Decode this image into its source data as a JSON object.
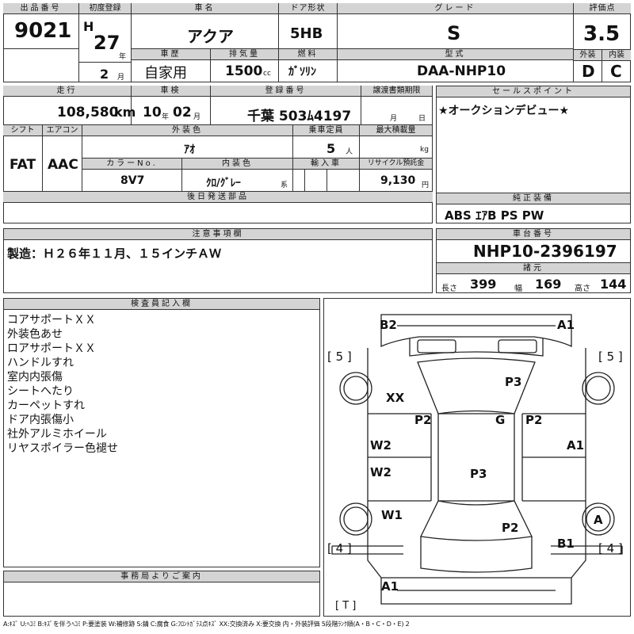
{
  "lot": {
    "label": "出品番号",
    "value": "9021"
  },
  "first_reg": {
    "label": "初度登録",
    "era": "H",
    "year": "27",
    "year_unit": "年",
    "month": "2",
    "month_unit": "月"
  },
  "car_name": {
    "label": "車名",
    "value": "アクア"
  },
  "door": {
    "label": "ドア形状",
    "value": "5HB"
  },
  "grade": {
    "label": "グレード",
    "value": "S"
  },
  "score": {
    "label": "評価点",
    "value": "3.5",
    "ext_label": "外装",
    "ext": "D",
    "int_label": "内装",
    "int": "C"
  },
  "history": {
    "label": "車歴",
    "value": "自家用"
  },
  "displacement": {
    "label": "排気量",
    "value": "1500",
    "unit": "cc"
  },
  "fuel": {
    "label": "燃料",
    "value": "ｶﾞｿﾘﾝ"
  },
  "model": {
    "label": "型式",
    "value": "DAA-NHP10"
  },
  "mileage": {
    "label": "走行",
    "value": "108,580",
    "unit": "km"
  },
  "inspection": {
    "label": "車検",
    "year": "10",
    "year_unit": "年",
    "month": "02",
    "month_unit": "月"
  },
  "plate": {
    "label": "登録番号",
    "value": "千葉 503ﾑ4197"
  },
  "transfer": {
    "label": "譲渡書類期限",
    "month_unit": "月",
    "day_unit": "日"
  },
  "shift": {
    "label": "シフト",
    "value": "FAT"
  },
  "aircon": {
    "label": "エアコン",
    "value": "AAC"
  },
  "ext_color": {
    "label": "外装色",
    "value": "ｱｵ"
  },
  "capacity": {
    "label": "乗車定員",
    "value": "5",
    "unit": "人"
  },
  "max_load": {
    "label": "最大積載量",
    "unit": "kg"
  },
  "color_no": {
    "label": "カラーNo.",
    "value": "8V7"
  },
  "int_color": {
    "label": "内装色",
    "value": "ｸﾛ/ｸﾞﾚｰ",
    "suffix": "系"
  },
  "import": {
    "label": "輸入車"
  },
  "recycle": {
    "label": "リサイクル預託金",
    "value": "9,130",
    "unit": "円"
  },
  "later_parts": {
    "label": "後日発送部品"
  },
  "sales_point": {
    "label": "セールスポイント",
    "value": "★オークションデビュー★"
  },
  "equipment": {
    "label": "純正装備",
    "value": "ABS ｴｱB PS PW"
  },
  "caution": {
    "label": "注意事項欄",
    "value": "製造：Ｈ２６年１１月、１５インチＡＷ"
  },
  "chassis": {
    "label": "車台番号",
    "value": "NHP10-2396197"
  },
  "dims": {
    "label": "諸元",
    "length_label": "長さ",
    "length": "399",
    "width_label": "幅",
    "width": "169",
    "height_label": "高さ",
    "height": "144"
  },
  "inspector": {
    "label": "検査員記入欄",
    "items": [
      "コアサポートＸＸ",
      "外装色あせ",
      "ロアサポートＸＸ",
      "ハンドルすれ",
      "室内内張傷",
      "シートへたり",
      "カーペットすれ",
      "ドア内張傷小",
      "社外アルミホイール",
      "リヤスポイラー色褪せ"
    ]
  },
  "office": {
    "label": "事務局よりご案内"
  },
  "diagram": {
    "marks": [
      "B2",
      "A1",
      "XX",
      "P3",
      "P2",
      "G",
      "P2",
      "W2",
      "A1",
      "W2",
      "P3",
      "W1",
      "A",
      "P2",
      "B1",
      "A1"
    ],
    "tires": [
      "[ 5 ]",
      "[ 5 ]",
      "[ 4 ]",
      "[ 4 ]",
      "[ T ]"
    ]
  },
  "legend": "A:ｷｽﾞ U:ﾍｺﾐ B:ｷｽﾞを伴うﾍｺﾐ P:要塗装 W:補修跡 S:錆 C:腐食 G:ﾌﾛﾝﾄｶﾞﾗｽ点ｷｽﾞ XX:交換済み X:要交換 内・外装評価 5段階ﾗﾝｸ順(A・B・C・D・E) 2"
}
